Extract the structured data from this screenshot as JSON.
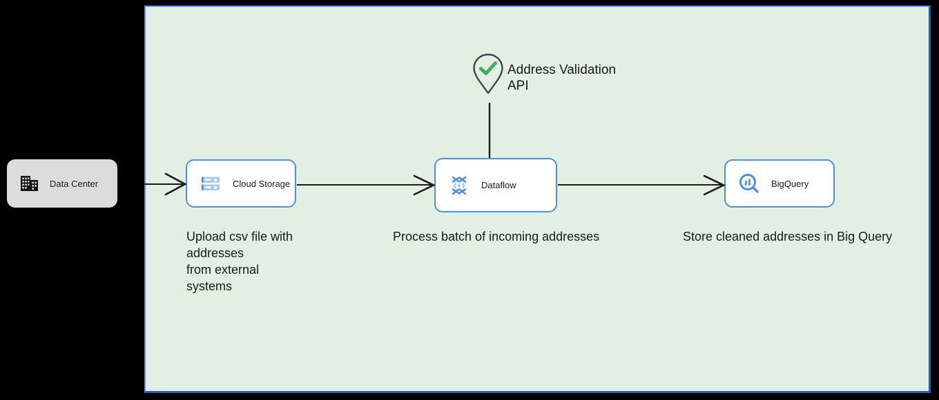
{
  "diagram": {
    "canvas": {
      "background_color": "#e2efe2",
      "border_color": "#4d94e0",
      "border_color_dark": "#1c5fa8"
    },
    "external_source": {
      "label": "Data Center",
      "icon": "data-center-building-icon",
      "background_color": "#dcdcdc"
    },
    "nodes": [
      {
        "id": "cloud-storage",
        "label": "Cloud Storage",
        "icon": "cloud-storage-server-icon",
        "accent_color": "#4d8ee8"
      },
      {
        "id": "dataflow",
        "label": "Dataflow",
        "icon": "dataflow-icon",
        "accent_color": "#4d8ee8"
      },
      {
        "id": "bigquery",
        "label": "BigQuery",
        "icon": "bigquery-magnifier-icon",
        "accent_color": "#4d8ee8"
      }
    ],
    "api": {
      "label": "Address Validation\nAPI",
      "icon": "map-pin-check-icon",
      "check_color": "#3cb15c",
      "pin_stroke_color": "#3f474a"
    },
    "captions": {
      "cloud_storage": "Upload csv file with\naddresses\nfrom external\nsystems",
      "dataflow": "Process batch of incoming addresses",
      "bigquery": "Store cleaned addresses in Big Query"
    },
    "connectors": [
      {
        "id": "datacenter-to-cloudstorage",
        "from": "Data Center",
        "to": "Cloud Storage",
        "arrow": true
      },
      {
        "id": "cloudstorage-to-dataflow",
        "from": "Cloud Storage",
        "to": "Dataflow",
        "arrow": true
      },
      {
        "id": "dataflow-to-bigquery",
        "from": "Dataflow",
        "to": "BigQuery",
        "arrow": true
      },
      {
        "id": "api-to-dataflow",
        "from": "Address Validation API",
        "to": "Dataflow",
        "arrow": false
      }
    ]
  }
}
